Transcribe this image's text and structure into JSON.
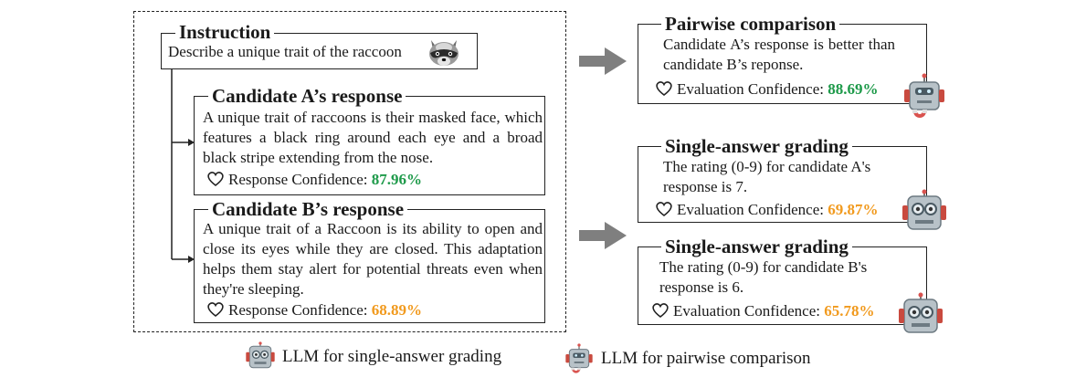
{
  "instruction": {
    "title": "Instruction",
    "text": "Describe a unique trait of the raccoon",
    "icon": "raccoon-icon"
  },
  "candidate_a": {
    "title": "Candidate A’s response",
    "text": "A unique trait of raccoons is their masked face, which features a black ring around each eye and a broad black stripe extending from the nose.",
    "confidence_label": "Response Confidence:",
    "confidence_value": "87.96%"
  },
  "candidate_b": {
    "title": "Candidate B’s response",
    "text": "A unique trait of a Raccoon is its ability to open and close its eyes while they are closed. This adaptation helps them stay alert for potential threats even when they're sleeping.",
    "confidence_label": "Response Confidence:",
    "confidence_value": "68.89%"
  },
  "pairwise": {
    "title": "Pairwise comparison",
    "text": "Candidate A’s response is better than candidate B’s reponse.",
    "confidence_label": "Evaluation Confidence:",
    "confidence_value": "88.69%"
  },
  "single_a": {
    "title": "Single-answer grading",
    "text": "The rating (0-9) for candidate A's response is 7.",
    "confidence_label": "Evaluation Confidence:",
    "confidence_value": "69.87%"
  },
  "single_b": {
    "title": "Single-answer grading",
    "text": "The rating (0-9) for candidate B's response is 6.",
    "confidence_label": "Evaluation Confidence:",
    "confidence_value": "65.78%"
  },
  "legend": {
    "single_label": "LLM for single-answer grading",
    "pairwise_label": "LLM for pairwise comparison"
  },
  "colors": {
    "high_confidence": "#1e9a4a",
    "low_confidence": "#f19a1e",
    "arrow": "#7f7f7f"
  }
}
